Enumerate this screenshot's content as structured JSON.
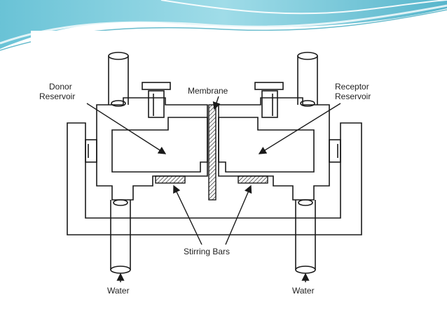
{
  "colors": {
    "header_teal_light": "#bfe6ee",
    "header_teal": "#5fc3d6",
    "header_teal_dark": "#2a9fb8",
    "line": "#1a1a1a",
    "background": "#ffffff"
  },
  "diagram": {
    "labels": {
      "donor_line1": "Donor",
      "donor_line2": "Reservoir",
      "receptor_line1": "Receptor",
      "receptor_line2": "Reservoir",
      "membrane": "Membrane",
      "stirring_bars": "Stirring Bars",
      "water_left": "Water",
      "water_right": "Water"
    }
  }
}
